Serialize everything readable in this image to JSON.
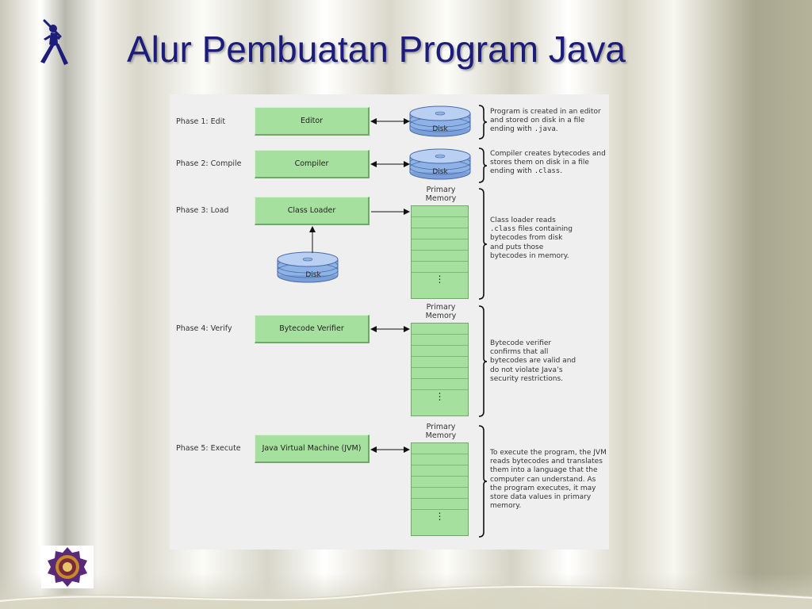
{
  "title": "Alur Pembuatan Program Java",
  "icons": {
    "corner": "batter-silhouette-icon",
    "logo": "university-seal-logo"
  },
  "colors": {
    "title": "#1c1c7a",
    "box_fill": "#a6e09e",
    "disk_fill": "#8fb2e6",
    "panel": "#efefef"
  },
  "diagram": {
    "disk_label": "Disk",
    "primary_memory_label": "Primary Memory",
    "memory_dots": "⋮",
    "phases": [
      {
        "label": "Phase 1: Edit",
        "box": "Editor",
        "description_parts": [
          "Program is created in an editor and stored on disk in a file ending with ",
          ".java",
          "."
        ]
      },
      {
        "label": "Phase 2: Compile",
        "box": "Compiler",
        "description_parts": [
          "Compiler creates bytecodes and stores them on disk in a file ending with ",
          ".class",
          "."
        ]
      },
      {
        "label": "Phase 3: Load",
        "box": "Class Loader",
        "description_parts": [
          "Class loader reads ",
          ".class",
          " files containing bytecodes from disk and puts those bytecodes in memory."
        ]
      },
      {
        "label": "Phase 4: Verify",
        "box": "Bytecode Verifier",
        "description_parts": [
          "Bytecode verifier confirms that all bytecodes are valid and do not violate Java’s security restrictions."
        ]
      },
      {
        "label": "Phase 5: Execute",
        "box": "Java Virtual Machine (JVM)",
        "description_parts": [
          "To execute the program, the JVM reads bytecodes and translates them into a language that the computer can understand. As the program executes, it may store data values in primary memory."
        ]
      }
    ]
  }
}
